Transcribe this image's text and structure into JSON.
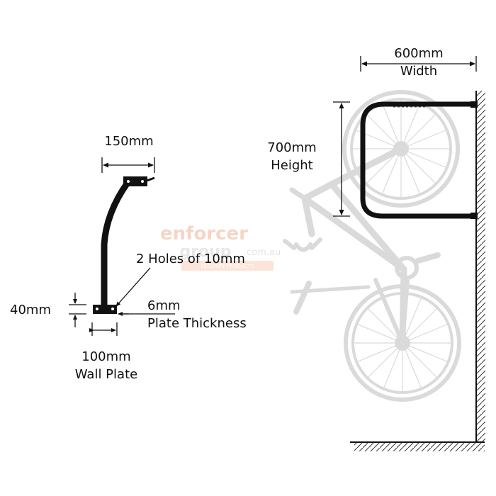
{
  "bracket_dimensions": {
    "top_width": "150mm",
    "plate_height": "40mm",
    "holes": "2 Holes of 10mm",
    "thickness_value": "6mm",
    "thickness_label": "Plate Thickness",
    "plate_width_value": "100mm",
    "plate_width_label": "Wall Plate"
  },
  "rack_dimensions": {
    "width_value": "600mm",
    "width_label": "Width",
    "height_value": "700mm",
    "height_label": "Height"
  },
  "watermark": {
    "line1": "enforcer",
    "line2": "group",
    "suffix": ".com.au",
    "tagline": "SECURITY PRODUCTS"
  },
  "colors": {
    "ink": "#111111",
    "bike": "#dadada",
    "watermark_accent": "#f6d5c6"
  }
}
